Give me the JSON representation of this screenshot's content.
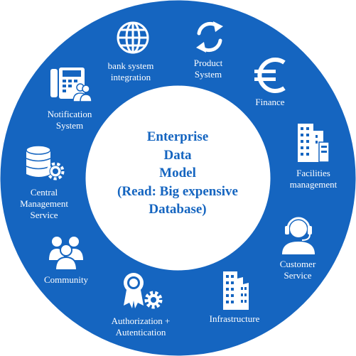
{
  "center": {
    "lines": [
      "Enterprise",
      "Data",
      "Model",
      "(Read: Big expensive",
      "Database)"
    ]
  },
  "segments": [
    {
      "lines": [
        "bank system",
        "integration"
      ],
      "icon": "globe-icon"
    },
    {
      "lines": [
        "Product",
        "System"
      ],
      "icon": "refresh-cycle-icon"
    },
    {
      "lines": [
        "Finance"
      ],
      "icon": "euro-icon"
    },
    {
      "lines": [
        "Facilities",
        "management"
      ],
      "icon": "office-buildings-icon"
    },
    {
      "lines": [
        "Customer",
        "Service"
      ],
      "icon": "headset-agent-icon"
    },
    {
      "lines": [
        "Infrastructure"
      ],
      "icon": "skyscraper-icon"
    },
    {
      "lines": [
        "Authorization +",
        "Autentication"
      ],
      "icon": "award-badge-gear-icon"
    },
    {
      "lines": [
        "Community"
      ],
      "icon": "people-group-icon"
    },
    {
      "lines": [
        "Central",
        "Management",
        "Service"
      ],
      "icon": "database-gear-icon"
    },
    {
      "lines": [
        "Notification",
        "System"
      ],
      "icon": "office-phone-users-icon"
    }
  ],
  "colors": {
    "ring": "#1565c0",
    "center_text": "#1565c0",
    "label_text": "#ffffff"
  }
}
